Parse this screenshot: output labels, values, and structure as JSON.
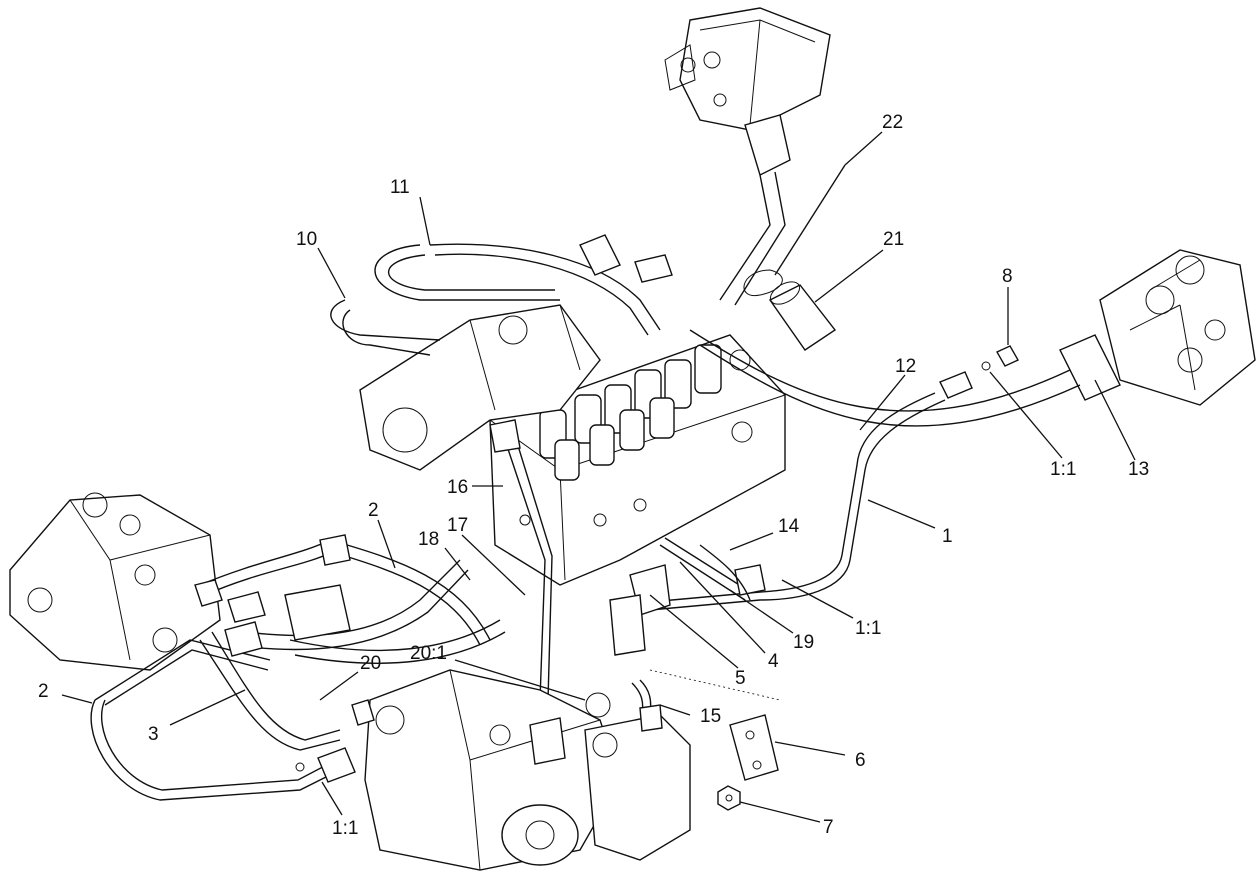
{
  "diagram": {
    "callouts": [
      {
        "id": "c22",
        "text": "22"
      },
      {
        "id": "c11",
        "text": "11"
      },
      {
        "id": "c10",
        "text": "10"
      },
      {
        "id": "c21",
        "text": "21"
      },
      {
        "id": "c8",
        "text": "8"
      },
      {
        "id": "c12",
        "text": "12"
      },
      {
        "id": "c11b",
        "text": "1:1"
      },
      {
        "id": "c13",
        "text": "13"
      },
      {
        "id": "c16",
        "text": "16"
      },
      {
        "id": "c1",
        "text": "1"
      },
      {
        "id": "c2a",
        "text": "2"
      },
      {
        "id": "c18",
        "text": "18"
      },
      {
        "id": "c17",
        "text": "17"
      },
      {
        "id": "c14",
        "text": "14"
      },
      {
        "id": "c11c",
        "text": "1:1"
      },
      {
        "id": "c19",
        "text": "19"
      },
      {
        "id": "c4",
        "text": "4"
      },
      {
        "id": "c5",
        "text": "5"
      },
      {
        "id": "c20",
        "text": "20"
      },
      {
        "id": "c201",
        "text": "20:1"
      },
      {
        "id": "c2b",
        "text": "2"
      },
      {
        "id": "c3",
        "text": "3"
      },
      {
        "id": "c15",
        "text": "15"
      },
      {
        "id": "c6",
        "text": "6"
      },
      {
        "id": "c7",
        "text": "7"
      },
      {
        "id": "c11d",
        "text": "1:1"
      }
    ]
  }
}
